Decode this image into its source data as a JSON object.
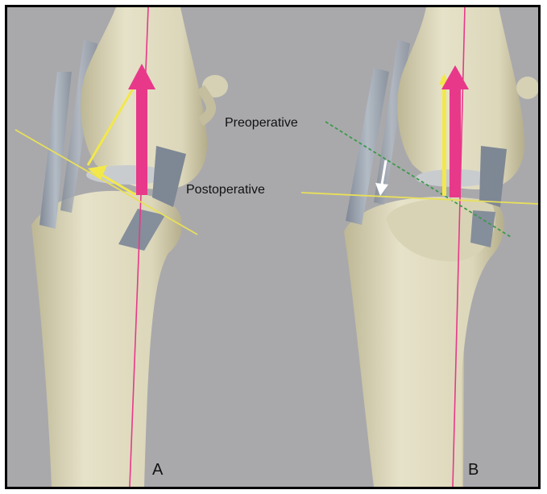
{
  "labels": {
    "preoperative": "Preoperative",
    "postoperative": "Postoperative",
    "panel_a": "A",
    "panel_b": "B"
  },
  "colors": {
    "background": "#a9a9ac",
    "bone": "#e4e0c6",
    "bone_shadow": "#c8c2a4",
    "ligament": "#9aa3ae",
    "plate": "#7e8794",
    "force_arrow": "#e8388a",
    "vector_arrow": "#f2e84a",
    "preop_line": "#3c9a4a",
    "postop_line": "#e8df5a"
  }
}
